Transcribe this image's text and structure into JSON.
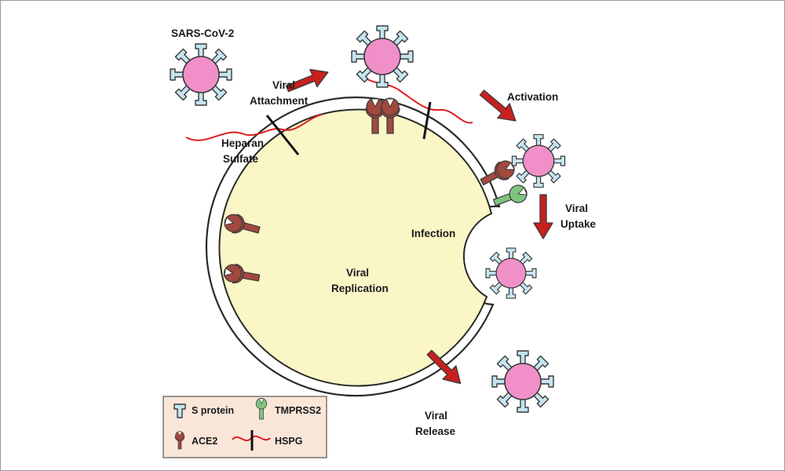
{
  "labels": {
    "virus_name": "SARS-CoV-2",
    "attachment_1": "Viral",
    "attachment_2": "Attachment",
    "heparan_1": "Heparan",
    "heparan_2": "Sulfate",
    "activation": "Activation",
    "uptake_1": "Viral",
    "uptake_2": "Uptake",
    "infection": "Infection",
    "replication_1": "Viral",
    "replication_2": "Replication",
    "release_1": "Viral",
    "release_2": "Release"
  },
  "legend": {
    "s_protein": "S protein",
    "tmprss2": "TMPRSS2",
    "ace2": "ACE2",
    "hspg": "HSPG"
  },
  "colors": {
    "cell_fill": "#fbf6c6",
    "virus_core": "#f08fc8",
    "spike": "#c4e4f0",
    "ace2": "#a2483f",
    "tmprss2": "#7ec47e",
    "hspg": "#e01e22",
    "arrow": "#c8201f",
    "legend_bg": "#f9e6d9"
  }
}
